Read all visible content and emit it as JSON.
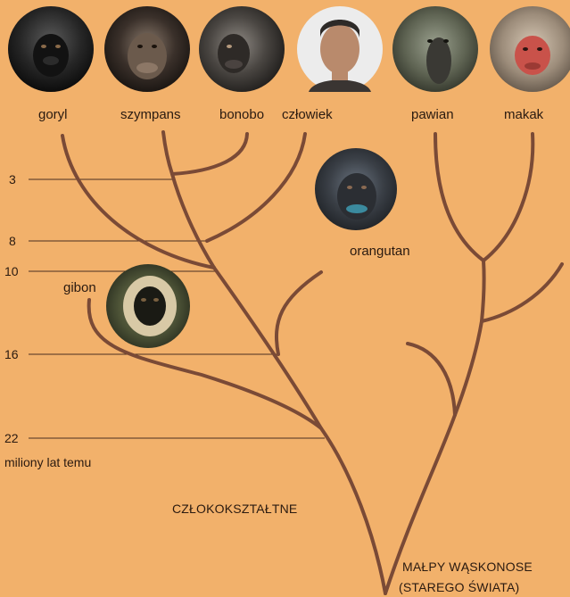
{
  "species": {
    "gorilla": "goryl",
    "chimp": "szympans",
    "bonobo": "bonobo",
    "human": "człowiek",
    "baboon": "pawian",
    "macaque": "makak",
    "orangutan": "orangutan",
    "gibbon": "gibon"
  },
  "timeline": {
    "ticks": [
      "3",
      "8",
      "10",
      "16",
      "22"
    ],
    "unit": "miliony lat temu"
  },
  "groups": {
    "apes": "CZŁOKOKSZTAŁTNE",
    "old_world_line1": "MAŁPY WĄSKONOSE",
    "old_world_line2": "(STAREGO ŚWIATA)"
  },
  "colors": {
    "background": "#f2b16b",
    "branch": "#7a4a36",
    "guide": "#4a3020"
  }
}
